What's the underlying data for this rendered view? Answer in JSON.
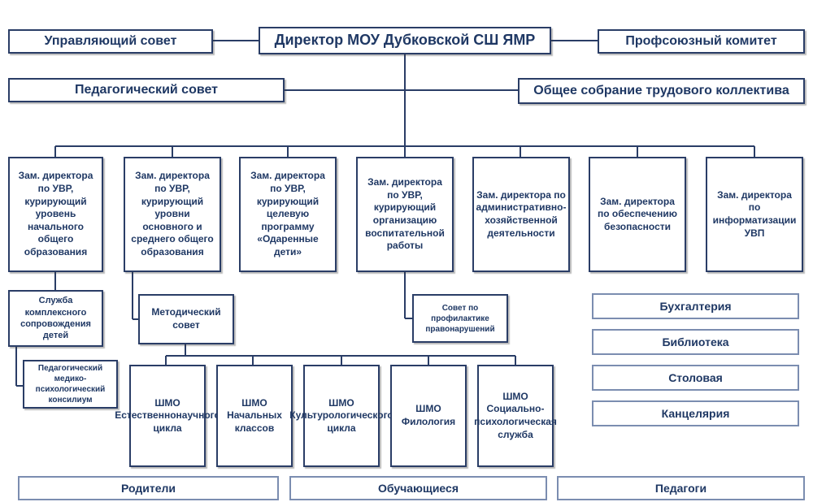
{
  "director": "Директор МОУ Дубковской СШ ЯМР",
  "top_left": "Управляющий совет",
  "top_right": "Профсоюзный комитет",
  "ped_council": "Педагогический совет",
  "general_meeting": "Общее собрание трудового коллектива",
  "deputies": [
    "Зам. директора по УВР, курирующий уровень начального общего образования",
    "Зам. директора по УВР, курирующий уровни основного и среднего общего образования",
    "Зам. директора по УВР, курирующий целевую программу «Одаренные дети»",
    "Зам. директора по УВР, курирующий организацию воспитательной работы",
    "Зам. директора по административно-хозяйственной деятельности",
    "Зам. директора по обеспечению безопасности",
    "Зам. директора по информатизации УВП"
  ],
  "support_service": "Служба комплексного сопровождения детей",
  "pmpk": "Педагогический медико-психологический консилиум",
  "method_council": "Методический совет",
  "prevention_council": "Совет по профилактике правонарушений",
  "services": [
    "Бухгалтерия",
    "Библиотека",
    "Столовая",
    "Канцелярия"
  ],
  "shmo": [
    "ШМО Естественнонаучного цикла",
    "ШМО Начальных классов",
    "ШМО Культурологического цикла",
    "ШМО Филология",
    "ШМО Социально-психологическая служба"
  ],
  "bottom": [
    "Родители",
    "Обучающиеся",
    "Педагоги"
  ]
}
